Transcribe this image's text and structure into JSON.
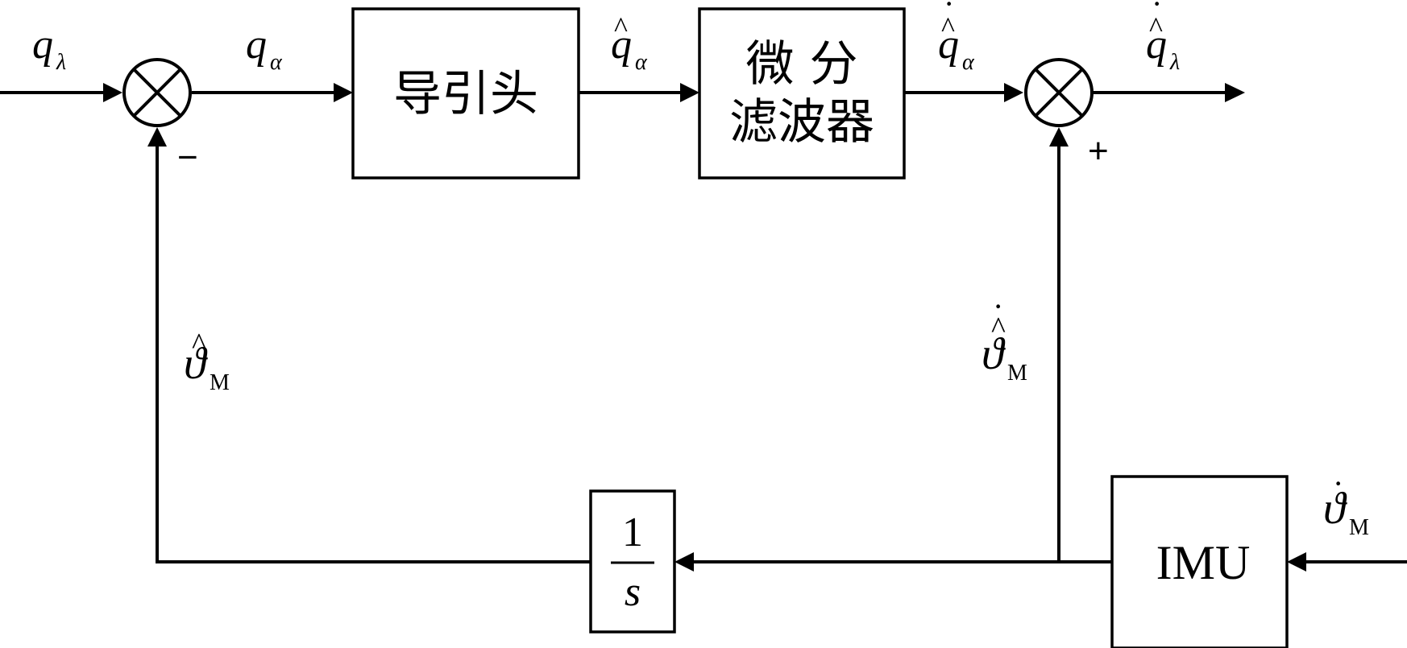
{
  "blocks": {
    "seeker": "导引头",
    "diff_filter_line1": "微 分",
    "diff_filter_line2": "滤波器",
    "imu": "IMU",
    "integrator_num": "1",
    "integrator_den": "s"
  },
  "signals": {
    "q_lambda": {
      "base": "q",
      "sub": "λ"
    },
    "q_alpha": {
      "base": "q",
      "sub": "α"
    },
    "q_alpha_hat": {
      "base": "q",
      "sub": "α",
      "accent": "^"
    },
    "q_alpha_hat_dot": {
      "base": "q",
      "sub": "α",
      "accent": "^",
      "dot": "·"
    },
    "q_lambda_hat_dot": {
      "base": "q",
      "sub": "λ",
      "accent": "^",
      "dot": "·"
    },
    "theta_m_hat": {
      "base": "ϑ",
      "sub": "M",
      "accent": "^"
    },
    "theta_m_hat_dot": {
      "base": "ϑ",
      "sub": "M",
      "accent": "^",
      "dot": "·"
    },
    "theta_m_dot": {
      "base": "ϑ",
      "sub": "M",
      "dot": "·"
    }
  },
  "signs": {
    "left_junction": "−",
    "right_junction": "+"
  }
}
